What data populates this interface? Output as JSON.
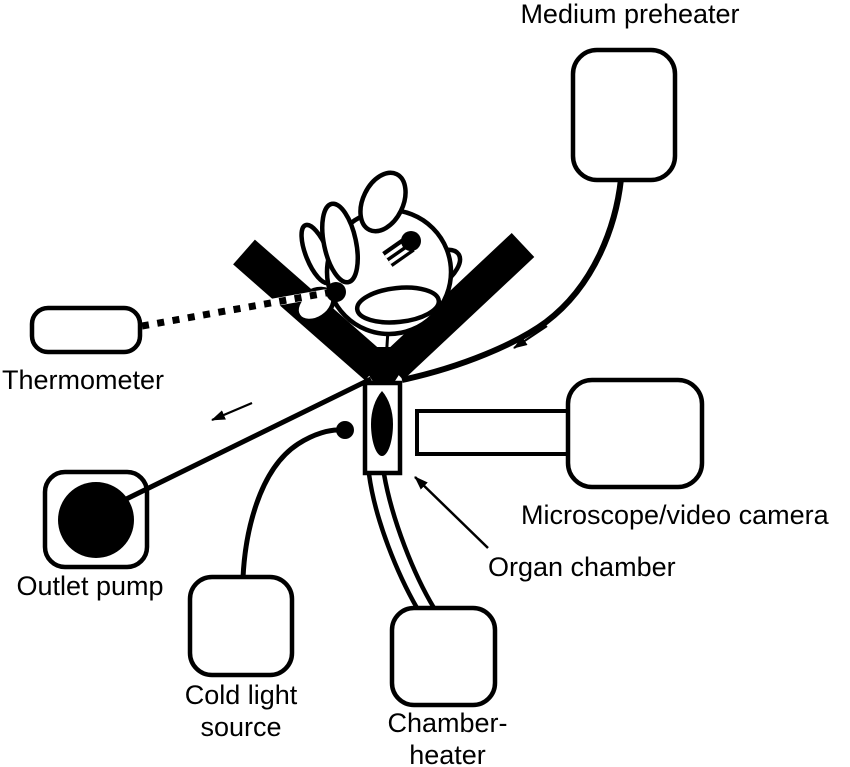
{
  "labels": {
    "medium_preheater": "Medium preheater",
    "thermometer": "Thermometer",
    "outlet_pump": "Outlet pump",
    "cold_light_line1": "Cold light",
    "cold_light_line2": "source",
    "chamber_heater_line1": "Chamber-",
    "chamber_heater_line2": "heater",
    "microscope": "Microscope/video camera",
    "organ_chamber": "Organ chamber"
  },
  "colors": {
    "ink": "#000000",
    "background": "#ffffff"
  }
}
